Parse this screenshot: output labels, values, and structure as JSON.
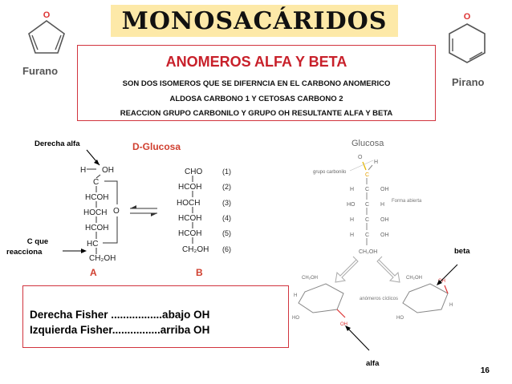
{
  "slide": {
    "title": "MONOSACÁRIDOS",
    "subtitle": "ANOMEROS ALFA Y BETA",
    "lines": [
      "SON DOS ISOMEROS QUE SE DIFERNCIA EN EL CARBONO ANOMERICO",
      "ALDOSA CARBONO 1 Y CETOSAS CARBONO 2",
      "REACCION GRUPO CARBONILO Y GRUPO OH RESULTANTE ALFA Y BETA"
    ],
    "furano_label": "Furano",
    "pirano_label": "Pirano",
    "ring_o": "O",
    "label_derecha_alfa": "Derecha alfa",
    "label_c_que": "C que",
    "label_reacciona": "reacciona",
    "label_beta": "beta",
    "label_alfa": "alfa",
    "fisher_right": "Derecha Fisher .................abajo OH",
    "fisher_left": "Izquierda Fisher................arriba OH",
    "page_number": "16"
  },
  "dglucose": {
    "heading": "D-Glucosa",
    "a_rows": [
      "H",
      "C",
      "HCOH",
      "HOCH",
      "HCOH",
      "HC",
      "CH₂OH"
    ],
    "a_oh": "OH",
    "a_o": "O",
    "a_letter": "A",
    "b_rows": [
      "CHO",
      "HCOH",
      "HOCH",
      "HCOH",
      "HCOH",
      "CH₂OH"
    ],
    "b_numbers": [
      "(1)",
      "(2)",
      "(3)",
      "(4)",
      "(5)",
      "(6)"
    ],
    "b_letter": "B"
  },
  "glucosa_panel": {
    "heading": "Glucosa",
    "grupo_carbonilo": "grupo carbonilo",
    "top_o": "O",
    "top_h": "H",
    "c_label": "C",
    "h_label": "H",
    "oh_label": "OH",
    "ho_label": "HO",
    "ch2oh_label": "CH₂OH",
    "forma_abierta": "Forma abierta",
    "anomeros_ciclicos": "anómeros cíclicos"
  }
}
